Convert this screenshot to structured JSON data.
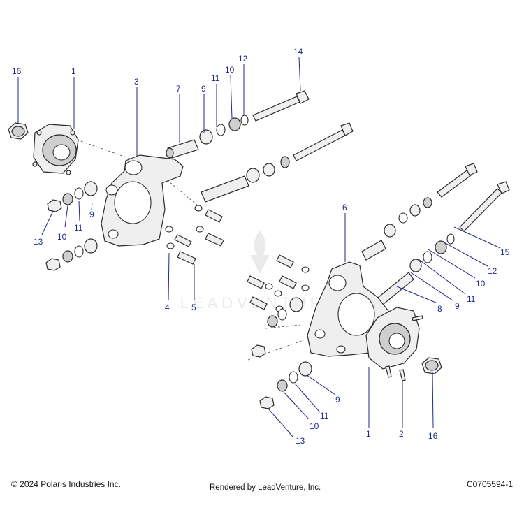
{
  "footer": {
    "copyright": "© 2024 Polaris Industries Inc.",
    "rendered_by": "Rendered by LeadVenture, Inc.",
    "diagram_code": "C0705594-1"
  },
  "watermark": {
    "text": "LEADVENTURE"
  },
  "callouts": [
    {
      "id": "c16a",
      "label": "16"
    },
    {
      "id": "c1a",
      "label": "1"
    },
    {
      "id": "c3",
      "label": "3"
    },
    {
      "id": "c7",
      "label": "7"
    },
    {
      "id": "c9a",
      "label": "9"
    },
    {
      "id": "c11a",
      "label": "11"
    },
    {
      "id": "c10a",
      "label": "10"
    },
    {
      "id": "c12a",
      "label": "12"
    },
    {
      "id": "c14",
      "label": "14"
    },
    {
      "id": "c9b",
      "label": "9"
    },
    {
      "id": "c11b",
      "label": "11"
    },
    {
      "id": "c10b",
      "label": "10"
    },
    {
      "id": "c13a",
      "label": "13"
    },
    {
      "id": "c4",
      "label": "4"
    },
    {
      "id": "c5",
      "label": "5"
    },
    {
      "id": "c6",
      "label": "6"
    },
    {
      "id": "c15",
      "label": "15"
    },
    {
      "id": "c12b",
      "label": "12"
    },
    {
      "id": "c10c",
      "label": "10"
    },
    {
      "id": "c11c",
      "label": "11"
    },
    {
      "id": "c9c",
      "label": "9"
    },
    {
      "id": "c8",
      "label": "8"
    },
    {
      "id": "c9d",
      "label": "9"
    },
    {
      "id": "c11d",
      "label": "11"
    },
    {
      "id": "c10d",
      "label": "10"
    },
    {
      "id": "c13b",
      "label": "13"
    },
    {
      "id": "c1b",
      "label": "1"
    },
    {
      "id": "c2",
      "label": "2"
    },
    {
      "id": "c16b",
      "label": "16"
    }
  ]
}
